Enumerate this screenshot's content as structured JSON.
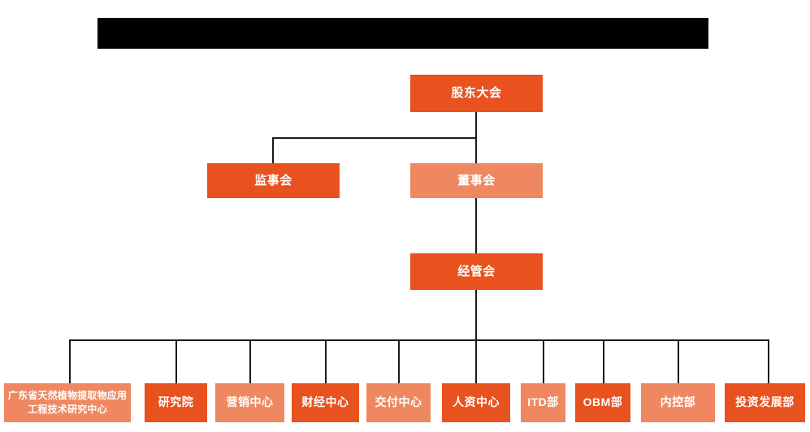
{
  "chart": {
    "type": "org-chart",
    "title": "",
    "background_color": "#ffffff",
    "palette": {
      "dark_orange": "#e8521f",
      "light_salmon": "#ef8860",
      "connector": "#1a1a1a",
      "redaction": "#000000",
      "text": "#ffffff"
    },
    "redaction_bar": {
      "label": "",
      "note": "solid black bar, no readable text"
    },
    "levels": [
      {
        "level": 1,
        "nodes": [
          {
            "id": "shareholders",
            "label": "股东大会",
            "color": "dark"
          }
        ]
      },
      {
        "level": 2,
        "nodes": [
          {
            "id": "supervisors",
            "label": "监事会",
            "color": "dark"
          },
          {
            "id": "directors",
            "label": "董事会",
            "color": "light"
          }
        ]
      },
      {
        "level": 3,
        "nodes": [
          {
            "id": "management",
            "label": "经管会",
            "color": "dark"
          }
        ]
      },
      {
        "level": 4,
        "nodes": [
          {
            "id": "research-center",
            "label": "广东省天然植物提取物应用工程技术研究中心",
            "color": "light"
          },
          {
            "id": "institute",
            "label": "研究院",
            "color": "dark"
          },
          {
            "id": "marketing",
            "label": "营销中心",
            "color": "light"
          },
          {
            "id": "finance",
            "label": "财经中心",
            "color": "dark"
          },
          {
            "id": "delivery",
            "label": "交付中心",
            "color": "light"
          },
          {
            "id": "hr",
            "label": "人资中心",
            "color": "dark"
          },
          {
            "id": "itd",
            "label": "ITD部",
            "color": "light"
          },
          {
            "id": "obm",
            "label": "OBM部",
            "color": "dark"
          },
          {
            "id": "internal-control",
            "label": "内控部",
            "color": "light"
          },
          {
            "id": "investment",
            "label": "投资发展部",
            "color": "dark"
          }
        ]
      }
    ]
  }
}
